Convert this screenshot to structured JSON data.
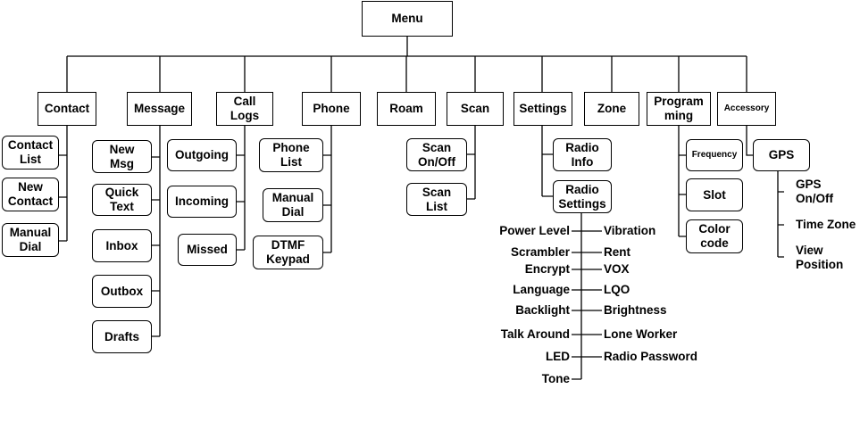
{
  "root": "Menu",
  "top_items": [
    "Contact",
    "Message",
    "Call\nLogs",
    "Phone",
    "Roam",
    "Scan",
    "Settings",
    "Zone",
    "Program\nming",
    "Accessory"
  ],
  "contact": [
    "Contact\nList",
    "New\nContact",
    "Manual\nDial"
  ],
  "message": [
    "New\nMsg",
    "Quick\nText",
    "Inbox",
    "Outbox",
    "Drafts"
  ],
  "call_logs": [
    "Outgoing",
    "Incoming",
    "Missed"
  ],
  "phone": [
    "Phone\nList",
    "Manual\nDial",
    "DTMF\nKeypad"
  ],
  "scan": [
    "Scan\nOn/Off",
    "Scan\nList"
  ],
  "settings": [
    "Radio\nInfo",
    "Radio\nSettings"
  ],
  "radio_settings_left": [
    "Power Level",
    "Scrambler",
    "Encrypt",
    "Language",
    "Backlight",
    "Talk Around",
    "LED",
    "Tone"
  ],
  "radio_settings_right": [
    "Vibration",
    "Rent",
    "VOX",
    "LQO",
    "Brightness",
    "Lone Worker",
    "Radio Password"
  ],
  "programming": [
    "Frequency",
    "Slot",
    "Color\ncode"
  ],
  "accessory": [
    "GPS"
  ],
  "gps": [
    "GPS\nOn/Off",
    "Time Zone",
    "View\nPosition"
  ]
}
